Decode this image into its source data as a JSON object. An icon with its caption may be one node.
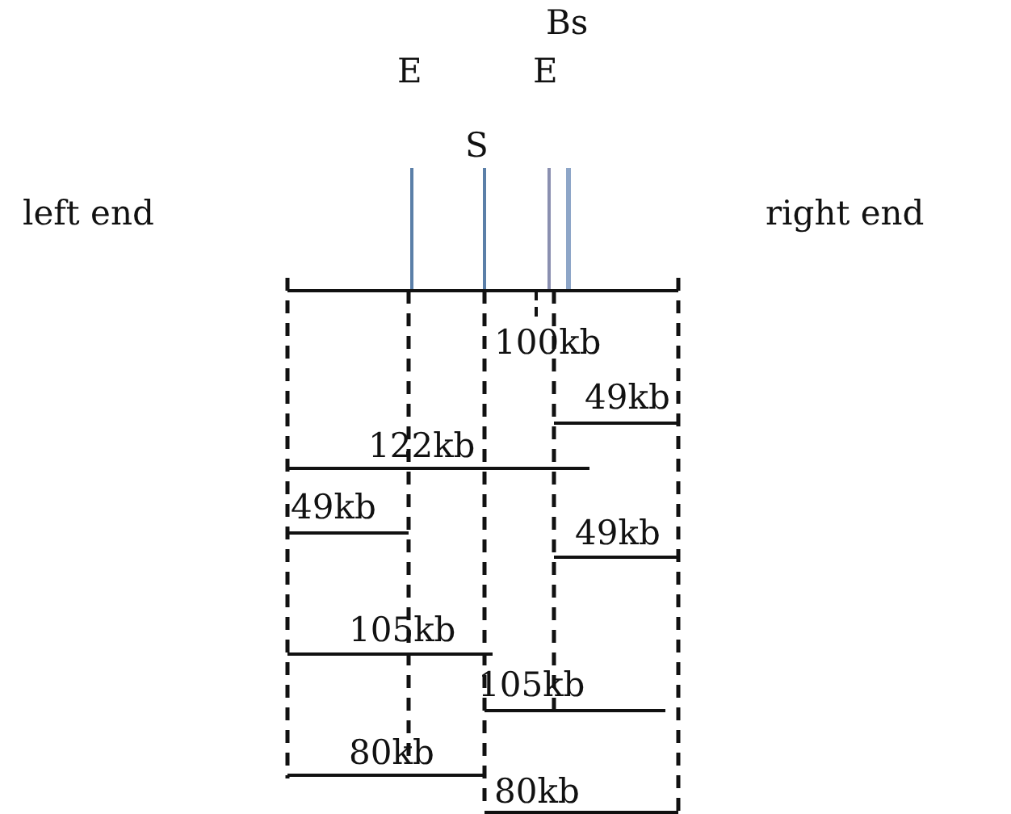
{
  "diagram": {
    "labels": [
      "Bs",
      "E",
      "E",
      "S",
      "left end",
      "right end",
      "100kb",
      "49kb",
      "122kb",
      "49kb",
      "49kb",
      "105kb",
      "105kb",
      "80kb",
      "80kb"
    ]
  }
}
